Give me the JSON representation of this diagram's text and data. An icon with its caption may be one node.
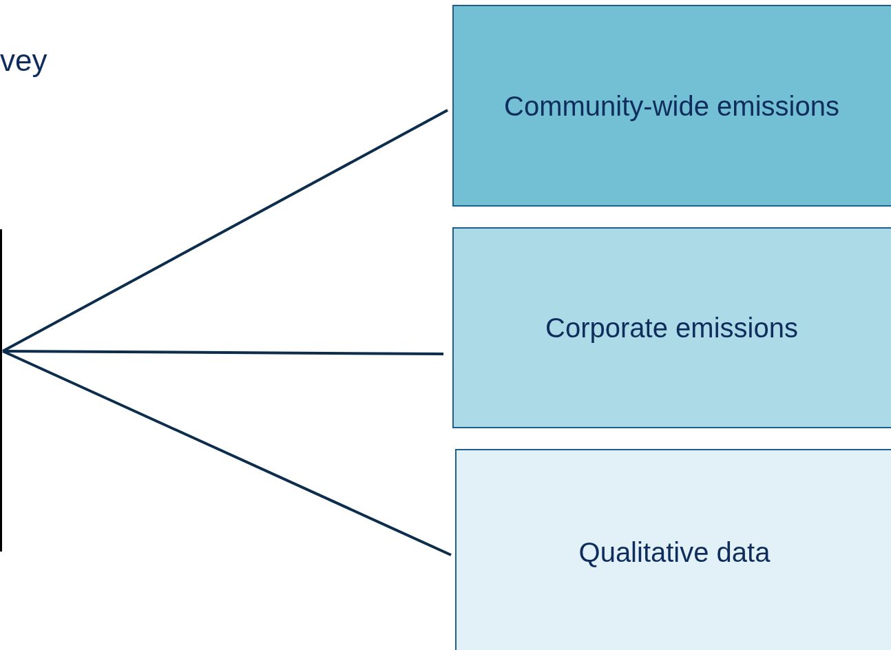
{
  "diagram": {
    "nodes": [
      {
        "text": [],
        "shape": "box"
      },
      {
        "text": [
          "Community-wide emissions"
        ]
      },
      {
        "text": [
          "Corporate emissions"
        ]
      },
      {
        "text": [
          "Qualitative data"
        ]
      }
    ],
    "edges": [
      {
        "from": 0,
        "to": 1,
        "arrow": "none"
      },
      {
        "from": 0,
        "to": 2,
        "arrow": "none"
      },
      {
        "from": 0,
        "to": 3,
        "arrow": "none"
      }
    ],
    "labels": [
      "vey"
    ]
  }
}
